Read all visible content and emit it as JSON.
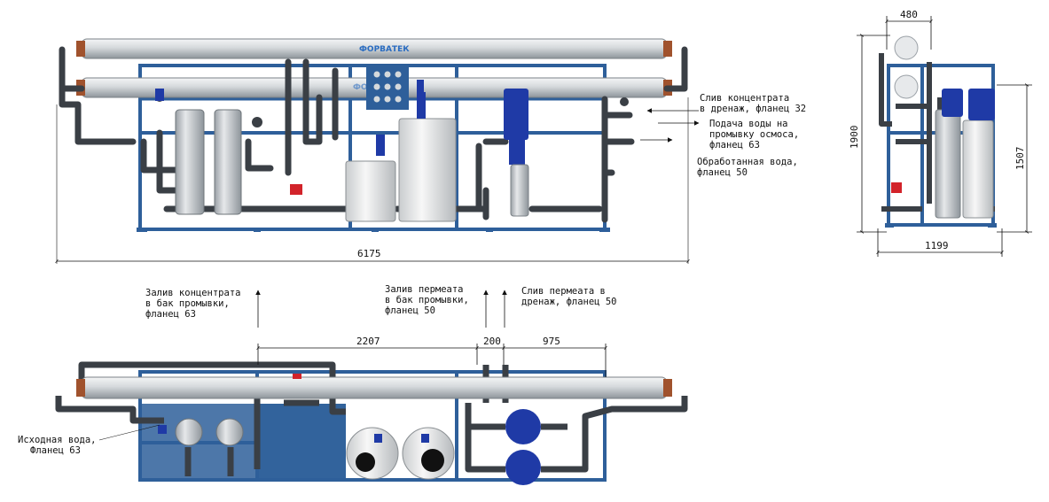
{
  "brand": "ФОРВАТЕК",
  "front_view": {
    "dim_total": "6175",
    "labels": {
      "concentrate_drain_1": "Слив концентрата",
      "concentrate_drain_2": "в дренаж, фланец 32",
      "flush_feed_1": "Подача воды на",
      "flush_feed_2": "промывку осмоса,",
      "flush_feed_3": "фланец 63",
      "treated_1": "Обработанная вода,",
      "treated_2": "фланец 50"
    }
  },
  "side_view": {
    "dim_top": "480",
    "dim_height_total": "1900",
    "dim_height_frame": "1507",
    "dim_width": "1199"
  },
  "top_view": {
    "dim_a": "2207",
    "dim_b": "200",
    "dim_c": "975",
    "labels": {
      "concentrate_fill_1": "Залив концентрата",
      "concentrate_fill_2": "в бак промывки,",
      "concentrate_fill_3": "фланец 63",
      "permeate_fill_1": "Залив пермеата",
      "permeate_fill_2": "в бак промывки,",
      "permeate_fill_3": "фланец 50",
      "permeate_drain_1": "Слив пермеата в",
      "permeate_drain_2": "дренаж, фланец 50",
      "source_water_1": "Исходная вода,",
      "source_water_2": "Фланец 63"
    }
  },
  "colors": {
    "frame": "#2e5f9a",
    "pipe": "#3a3f45",
    "membrane": "#c9ced2",
    "tank": "#e4e6e8",
    "pump": "#1f3aa6",
    "accent": "#d2232a",
    "flange": "#a0522d"
  }
}
